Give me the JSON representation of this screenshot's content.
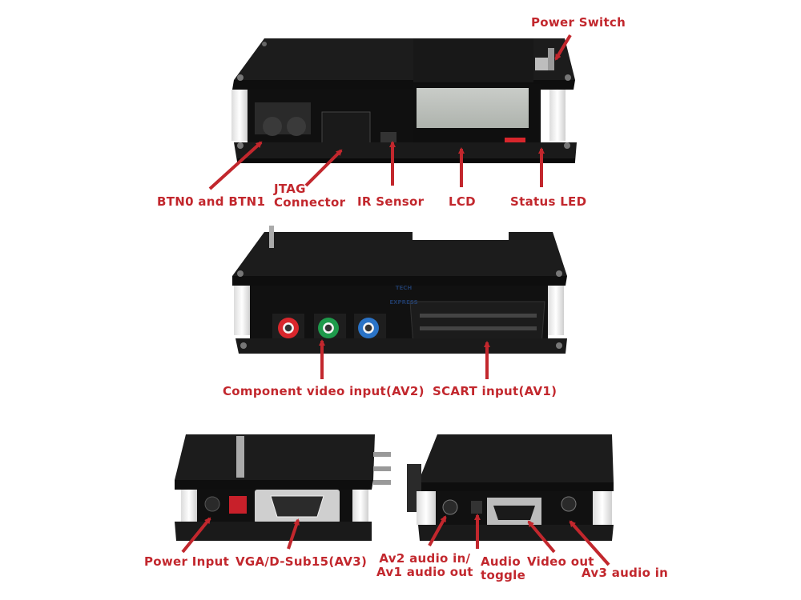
{
  "labels": {
    "power_switch": "Power Switch",
    "btn0_btn1": "BTN0 and BTN1",
    "jtag_line1": "JTAG",
    "jtag_line2": "Connector",
    "ir_sensor": "IR Sensor",
    "lcd": "LCD",
    "status_led": "Status LED",
    "component_video": "Component video input(AV2)",
    "scart": "SCART input(AV1)",
    "power_input": "Power Input",
    "vga": "VGA/D-Sub15(AV3)",
    "av2_audio_line1": "Av2 audio in/",
    "av2_audio_line2": "Av1 audio out",
    "audio_toggle_line1": "Audio",
    "audio_toggle_line2": "toggle",
    "video_out": "Video out",
    "av3_audio": "Av3 audio in"
  },
  "watermark": {
    "line1": "TECH",
    "line2": "EXPRESS"
  },
  "colors": {
    "label_text": "#c2272d",
    "arrow": "#c2272d",
    "board_black": "#151515"
  }
}
